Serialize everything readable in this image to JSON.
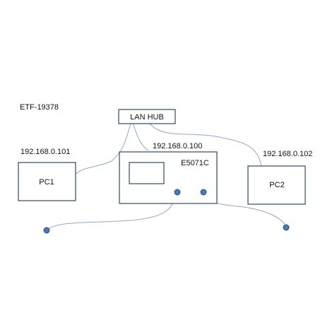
{
  "diagram": {
    "title": "ETF-19378",
    "nodes": {
      "hub": {
        "label": "LAN HUB"
      },
      "pc1": {
        "label": "PC1",
        "ip": "192.168.0.101"
      },
      "analyzer": {
        "label": "E5071C",
        "ip": "192.168.0.100"
      },
      "pc2": {
        "label": "PC2",
        "ip": "192.168.0.102"
      }
    },
    "connections": [
      {
        "from": "hub",
        "to": "pc1",
        "kind": "lan-cable"
      },
      {
        "from": "hub",
        "to": "analyzer",
        "kind": "lan-cable"
      },
      {
        "from": "hub",
        "to": "pc2",
        "kind": "lan-cable"
      },
      {
        "from": "analyzer-port-1",
        "to": "probe-left",
        "kind": "rf-cable"
      },
      {
        "from": "analyzer-port-2",
        "to": "probe-right",
        "kind": "rf-cable"
      }
    ],
    "colors": {
      "box_stroke": "#2f4a6b",
      "cable": "#8fa9c8",
      "port_fill": "#4a78b8",
      "port_stroke": "#2b4f86"
    }
  }
}
